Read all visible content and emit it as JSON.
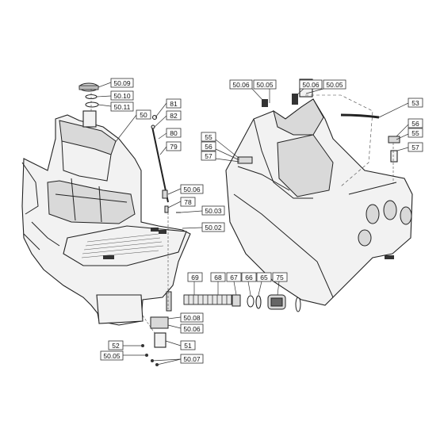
{
  "callouts": [
    {
      "id": "c-50-09-top",
      "text": "50.09"
    },
    {
      "id": "c-50-10",
      "text": "50.10"
    },
    {
      "id": "c-50-11",
      "text": "50.11"
    },
    {
      "id": "c-50",
      "text": "50"
    },
    {
      "id": "c-81",
      "text": "81"
    },
    {
      "id": "c-82",
      "text": "82"
    },
    {
      "id": "c-80",
      "text": "80"
    },
    {
      "id": "c-79",
      "text": "79"
    },
    {
      "id": "c-50-06-left",
      "text": "50.06"
    },
    {
      "id": "c-78",
      "text": "78"
    },
    {
      "id": "c-50-03",
      "text": "50.03"
    },
    {
      "id": "c-50-02",
      "text": "50.02"
    },
    {
      "id": "c-69",
      "text": "69"
    },
    {
      "id": "c-68",
      "text": "68"
    },
    {
      "id": "c-67",
      "text": "67"
    },
    {
      "id": "c-66",
      "text": "66"
    },
    {
      "id": "c-65",
      "text": "65"
    },
    {
      "id": "c-75",
      "text": "75"
    },
    {
      "id": "c-50-08",
      "text": "50.08"
    },
    {
      "id": "c-50-06-bottom",
      "text": "50.06"
    },
    {
      "id": "c-51",
      "text": "51"
    },
    {
      "id": "c-52",
      "text": "52"
    },
    {
      "id": "c-50-05-bottom",
      "text": "50.05"
    },
    {
      "id": "c-50-07",
      "text": "50.07"
    },
    {
      "id": "c-50-06-right",
      "text": "50.06"
    },
    {
      "id": "c-50-05-right-a",
      "text": "50.05"
    },
    {
      "id": "c-50-06-right-b",
      "text": "50.06"
    },
    {
      "id": "c-50-05-right-b",
      "text": "50.05"
    },
    {
      "id": "c-53",
      "text": "53"
    },
    {
      "id": "c-56-right",
      "text": "56"
    },
    {
      "id": "c-55-right",
      "text": "55"
    },
    {
      "id": "c-57-right",
      "text": "57"
    },
    {
      "id": "c-55-left",
      "text": "55"
    },
    {
      "id": "c-56-left",
      "text": "56"
    },
    {
      "id": "c-57-left",
      "text": "57"
    }
  ]
}
